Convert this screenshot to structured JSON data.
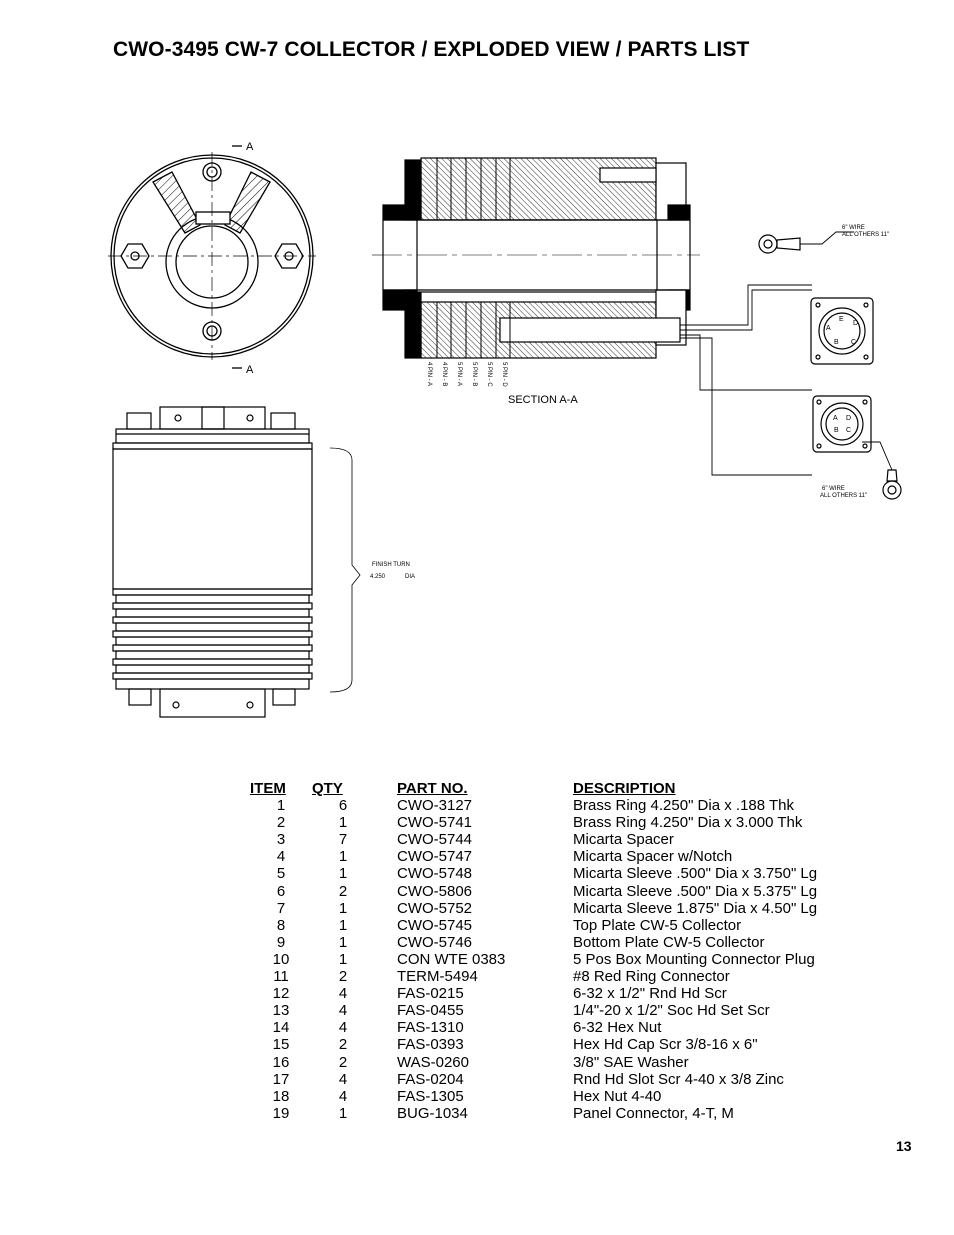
{
  "title": "CWO-3495 CW-7 COLLECTOR / EXPLODED VIEW / PARTS LIST",
  "drawing": {
    "section_marker_top": "A",
    "section_marker_bottom": "A",
    "section_label": "SECTION A-A",
    "ring_labels": [
      "4 PIN - A",
      "4 PIN - B",
      "5 PIN - A",
      "5 PIN - B",
      "5 PIN - C",
      "5 PIN - D"
    ],
    "wire_note_top": [
      "6\" WIRE",
      "ALL OTHERS 11\""
    ],
    "wire_note_bottom": [
      "6\" WIRE",
      "ALL OTHERS 11\""
    ],
    "connector_5pin_pins": [
      "E",
      "D",
      "A",
      "B",
      "C"
    ],
    "connector_4pin_pins": [
      "A",
      "D",
      "B",
      "C"
    ],
    "finish_turn": [
      "FINISH TURN",
      "4.250",
      "DIA"
    ]
  },
  "parts_table": {
    "headers": [
      "ITEM",
      "QTY",
      "PART NO.",
      "DESCRIPTION"
    ],
    "rows": [
      [
        "1",
        "6",
        "CWO-3127",
        "Brass Ring 4.250\" Dia x .188 Thk"
      ],
      [
        "2",
        "1",
        "CWO-5741",
        "Brass Ring 4.250\" Dia x 3.000 Thk"
      ],
      [
        "3",
        "7",
        "CWO-5744",
        "Micarta Spacer"
      ],
      [
        "4",
        "1",
        "CWO-5747",
        "Micarta Spacer w/Notch"
      ],
      [
        "5",
        "1",
        "CWO-5748",
        "Micarta Sleeve .500\" Dia x 3.750\" Lg"
      ],
      [
        "6",
        "2",
        "CWO-5806",
        "Micarta Sleeve .500\" Dia x 5.375\" Lg"
      ],
      [
        "7",
        "1",
        "CWO-5752",
        "Micarta Sleeve 1.875\" Dia x 4.50\" Lg"
      ],
      [
        "8",
        "1",
        "CWO-5745",
        "Top Plate CW-5 Collector"
      ],
      [
        "9",
        "1",
        "CWO-5746",
        "Bottom Plate CW-5 Collector"
      ],
      [
        "10",
        "1",
        "CON WTE 0383",
        "5 Pos Box Mounting Connector Plug"
      ],
      [
        "11",
        "2",
        "TERM-5494",
        "#8 Red Ring Connector"
      ],
      [
        "12",
        "4",
        "FAS-0215",
        "6-32 x 1/2\" Rnd Hd Scr"
      ],
      [
        "13",
        "4",
        "FAS-0455",
        "1/4\"-20 x 1/2\" Soc Hd Set Scr"
      ],
      [
        "14",
        "4",
        "FAS-1310",
        "6-32 Hex Nut"
      ],
      [
        "15",
        "2",
        "FAS-0393",
        "Hex Hd Cap Scr 3/8-16 x 6\""
      ],
      [
        "16",
        "2",
        "WAS-0260",
        "3/8\" SAE Washer"
      ],
      [
        "17",
        "4",
        "FAS-0204",
        "Rnd Hd Slot Scr 4-40 x 3/8 Zinc"
      ],
      [
        "18",
        "4",
        "FAS-1305",
        "Hex Nut 4-40"
      ],
      [
        "19",
        "1",
        "BUG-1034",
        "Panel Connector, 4-T, M"
      ]
    ]
  },
  "page_number": "13"
}
